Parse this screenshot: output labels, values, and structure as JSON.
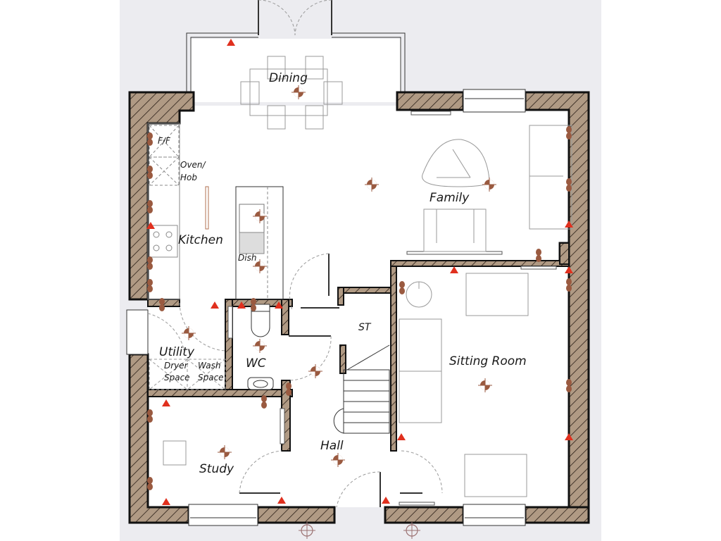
{
  "plan": {
    "colors": {
      "background": "#ececf0",
      "page": "#ffffff",
      "wall_fill": "#b09a84",
      "wall_outline": "#111111",
      "floor": "#ffffff",
      "furniture": "#9a9a9a",
      "electrical_red": "#e0301e",
      "electrical_brown": "#9a5a40"
    },
    "rooms": {
      "dining": "Dining",
      "family": "Family",
      "kitchen": "Kitchen",
      "sitting_room": "Sitting Room",
      "utility": "Utility",
      "wc": "WC",
      "st": "ST",
      "hall": "Hall",
      "study": "Study"
    },
    "fixtures": {
      "ff": "F/F",
      "oven_line1": "Oven/",
      "oven_line2": "Hob",
      "dish": "Dish",
      "dryer_line1": "Dryer",
      "dryer_line2": "Space",
      "wash_line1": "Wash",
      "wash_line2": "Space"
    }
  }
}
